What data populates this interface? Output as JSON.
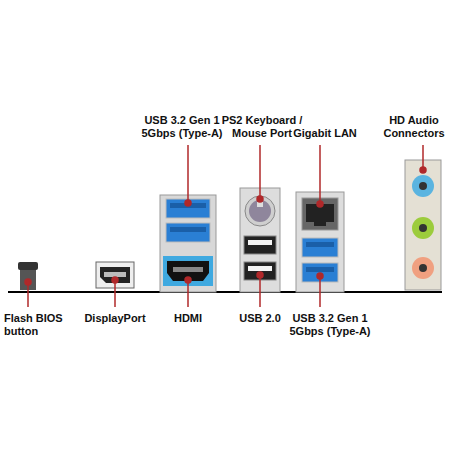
{
  "diagram": {
    "labels": [
      "USB 3.2 Gen 1 5Gbps (Type-A)",
      "PS2 Keyboard / Mouse Port",
      "Gigabit LAN",
      "HD Audio Connectors",
      "Flash BIOS button",
      "DisplayPort",
      "HDMI",
      "USB 2.0",
      "USB 3.2 Gen 1 5Gbps (Type-A)"
    ]
  }
}
